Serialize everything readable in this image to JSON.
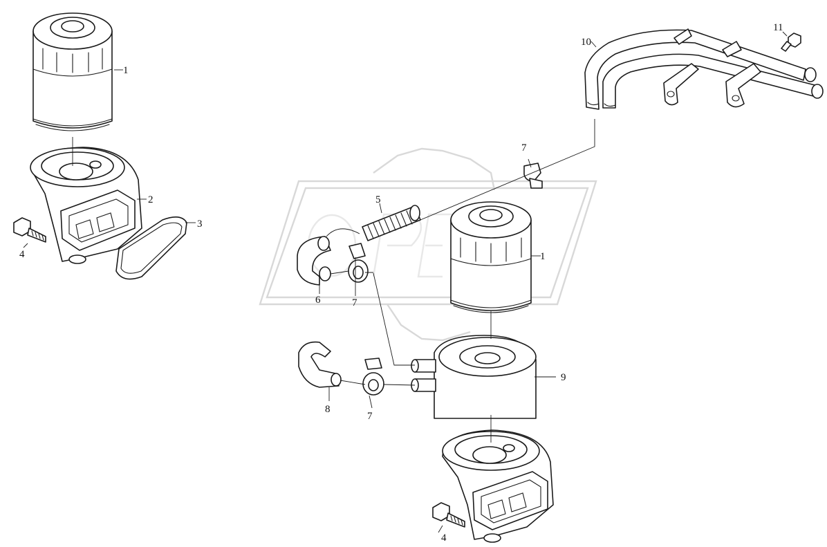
{
  "callouts": {
    "c1a": "1",
    "c1b": "1",
    "c2": "2",
    "c3": "3",
    "c4a": "4",
    "c4b": "4",
    "c5": "5",
    "c6": "6",
    "c7a": "7",
    "c7b": "7",
    "c7c": "7",
    "c8": "8",
    "c9": "9",
    "c10": "10",
    "c11": "11"
  },
  "watermark": {
    "text": "OPEX",
    "color": "#b9b9b9"
  },
  "colors": {
    "line": "#1a1a1a",
    "background": "#ffffff"
  }
}
